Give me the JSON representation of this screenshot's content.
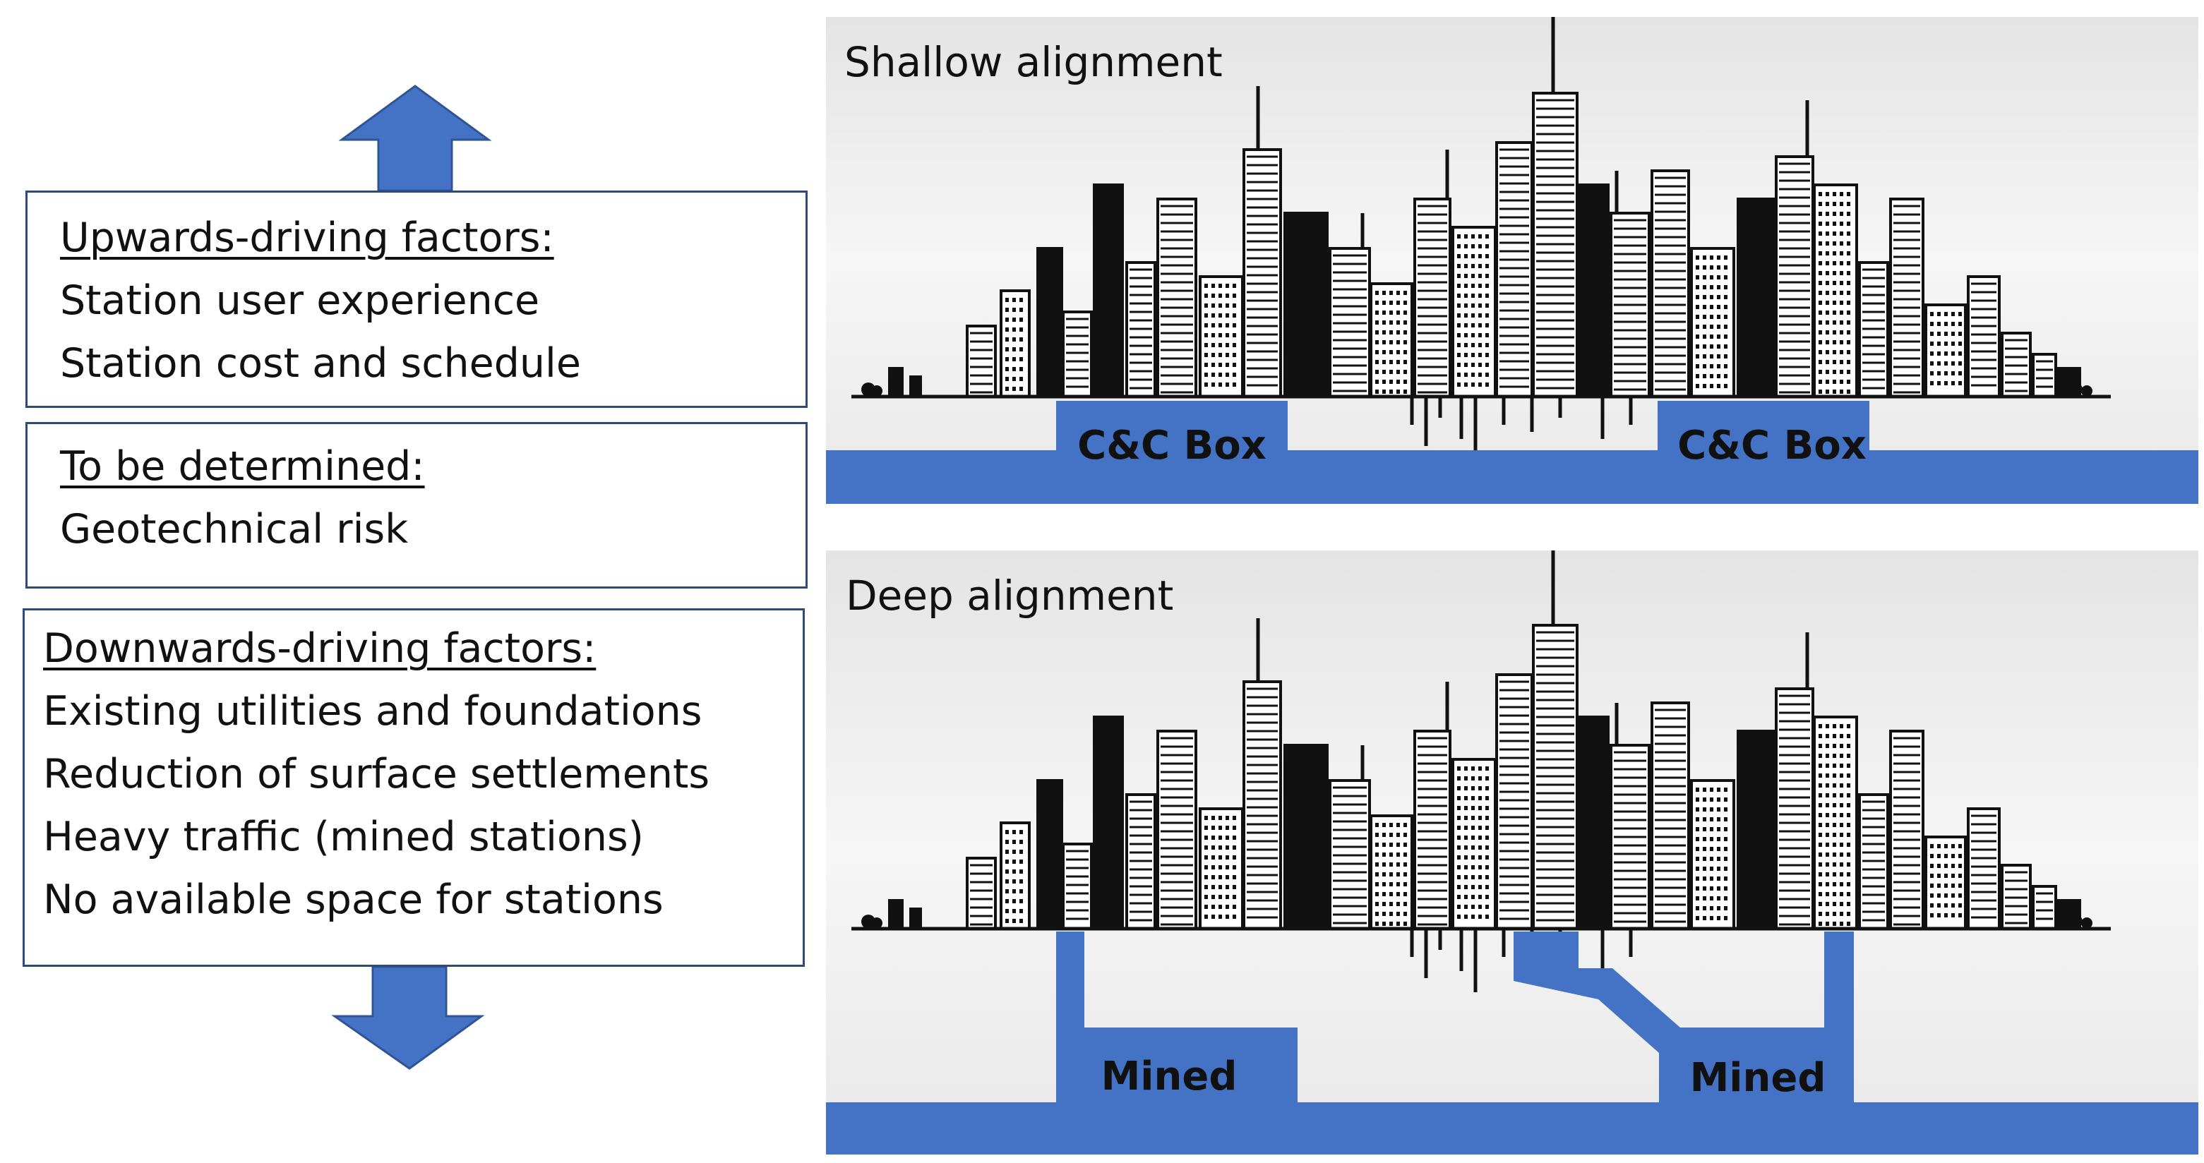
{
  "factors": {
    "upward": {
      "title": "Upwards-driving factors:",
      "items": [
        "Station user experience",
        "Station cost and schedule"
      ]
    },
    "undetermined": {
      "title": "To be determined:",
      "items": [
        "Geotechnical risk"
      ]
    },
    "downward": {
      "title": "Downwards-driving factors:",
      "items": [
        "Existing utilities and foundations",
        "Reduction of surface settlements",
        "Heavy traffic (mined stations)",
        "No available space for stations"
      ]
    }
  },
  "panels": {
    "shallow": {
      "title": "Shallow alignment",
      "station_label_1": "C&C Box",
      "station_label_2": "C&C Box"
    },
    "deep": {
      "title": "Deep alignment",
      "station_label_1": "Mined",
      "station_label_2": "Mined"
    }
  },
  "colors": {
    "tunnel_blue": "#4472c4",
    "arrow_blue": "#4472c4",
    "box_border": "#2e4a7a",
    "skyline": "#111111"
  }
}
